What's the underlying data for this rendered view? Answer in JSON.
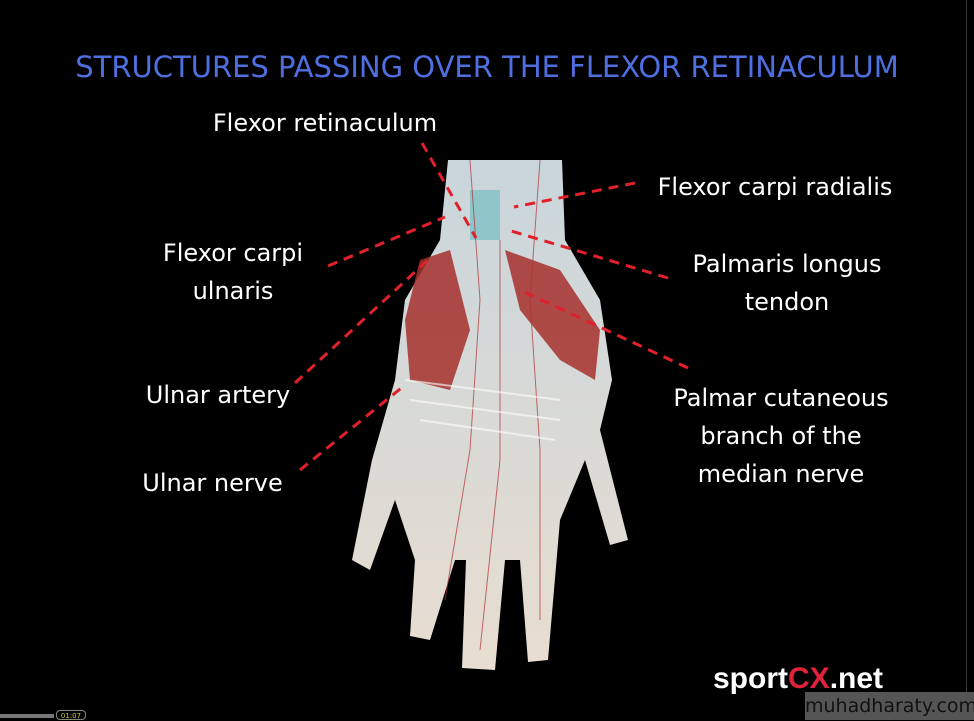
{
  "title": "STRUCTURES PASSING OVER THE FLEXOR RETINACULUM",
  "labels": {
    "flexor_retinaculum": "Flexor retinaculum",
    "flexor_carpi_radialis": "Flexor carpi radialis",
    "flexor_carpi_ulnaris_1": "Flexor carpi",
    "flexor_carpi_ulnaris_2": "ulnaris",
    "palmaris_longus_1": "Palmaris longus",
    "palmaris_longus_2": "tendon",
    "ulnar_artery": "Ulnar artery",
    "ulnar_nerve": "Ulnar nerve",
    "palmar_cutaneous_1": "Palmar cutaneous",
    "palmar_cutaneous_2": "branch of the",
    "palmar_cutaneous_3": "median nerve"
  },
  "logo": {
    "a": "sport",
    "b": "CX",
    "c": ".net"
  },
  "watermark": "muhadharaty.com",
  "player": {
    "time": "01:07",
    "progress": 0.63
  },
  "colors": {
    "title": "#4f6fe0",
    "arrow": "#e0202a",
    "logo_accent": "#e0223a"
  }
}
